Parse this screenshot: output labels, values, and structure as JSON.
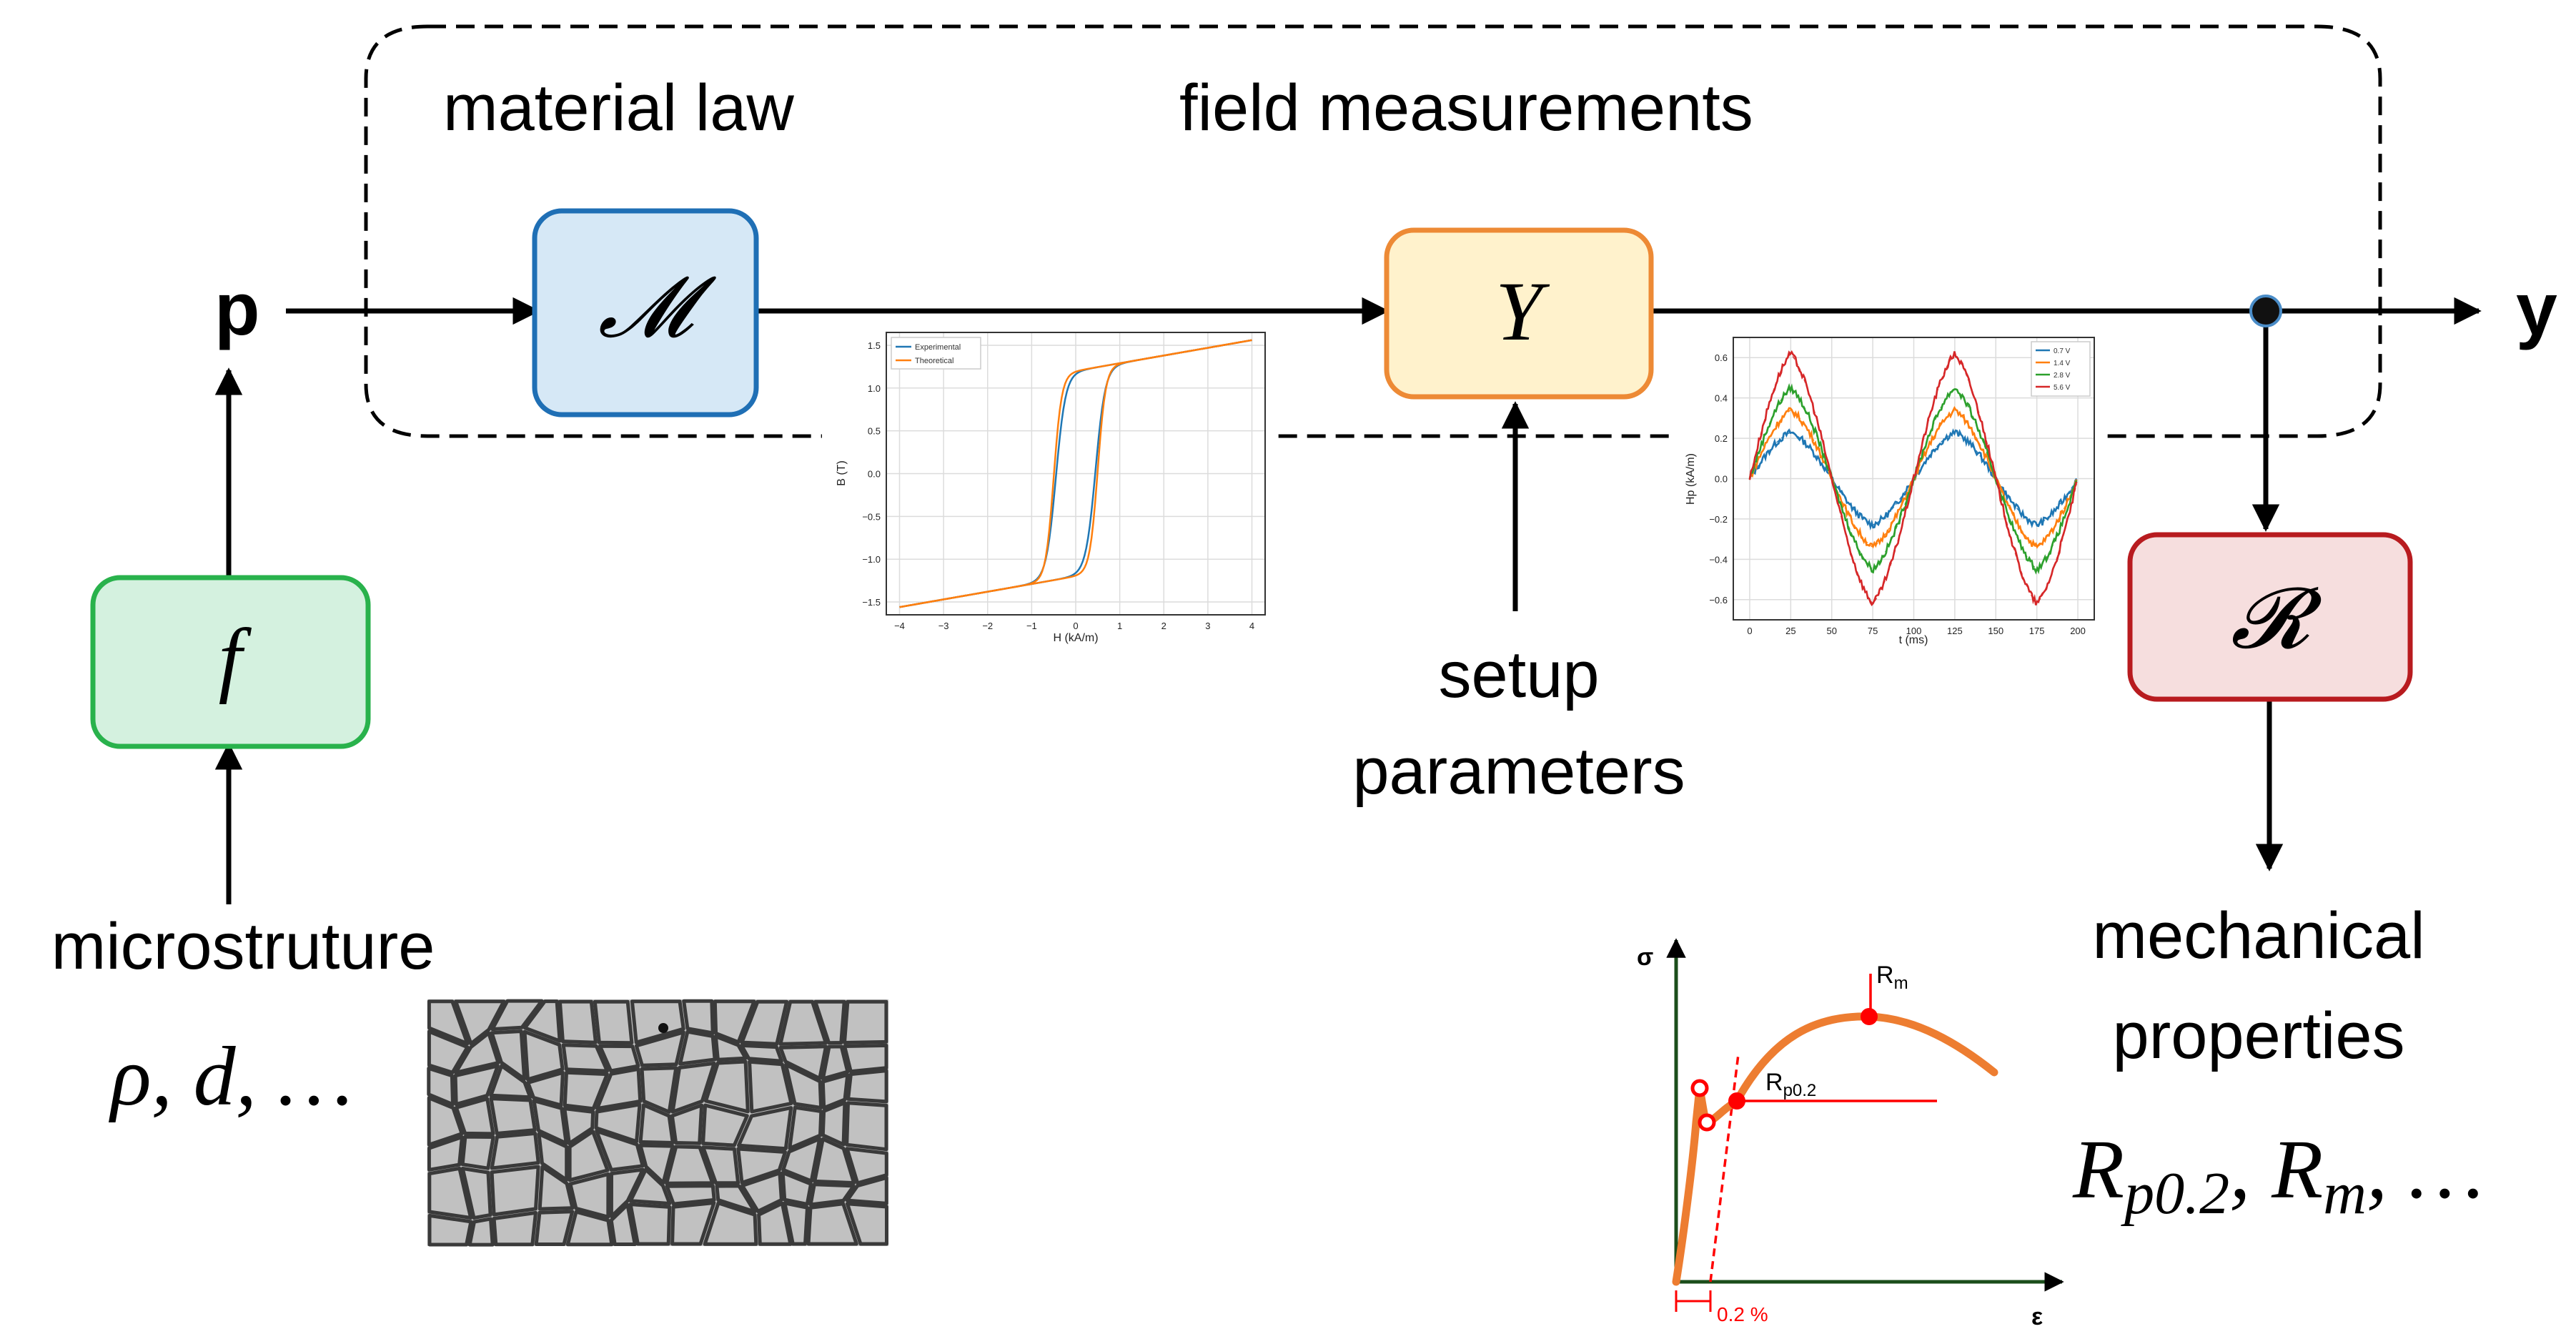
{
  "labels": {
    "p": "p",
    "y": "y",
    "material_law": "material law",
    "field_measurements": "field measurements",
    "setup_line1": "setup",
    "setup_line2": "parameters",
    "microstructure": "microstruture",
    "micro_params": "ρ, d, …",
    "mech_line1": "mechanical",
    "mech_line2": "properties",
    "mech_params_r": "R",
    "mech_params_p02": "p0.2",
    "mech_params_sep": ", ",
    "mech_params_rm": "R",
    "mech_params_m": "m",
    "mech_params_tail": ", …"
  },
  "boxes": {
    "M": {
      "symbol": "𝓜",
      "fill": "#d6e8f6",
      "stroke": "#1f6fb5"
    },
    "Y": {
      "symbol": "Y",
      "fill": "#fff2cc",
      "stroke": "#ed8a35"
    },
    "f": {
      "symbol": "f",
      "fill": "#d4f1df",
      "stroke": "#29b24c"
    },
    "R": {
      "symbol": "𝓡",
      "fill": "#f6dede",
      "stroke": "#b81b1f"
    }
  },
  "hysteresis_plot": {
    "legend": [
      "Experimental",
      "Theoretical"
    ],
    "xlabel": "H (kA/m)",
    "ylabel": "B (T)",
    "xticks": [
      "−4",
      "−3",
      "−2",
      "−1",
      "0",
      "1",
      "2",
      "3",
      "4"
    ],
    "yticks": [
      "1.5",
      "1.0",
      "0.5",
      "0.0",
      "−0.5",
      "−1.0",
      "−1.5"
    ],
    "colors": [
      "#1f77b4",
      "#ff7f0e"
    ]
  },
  "field_plot": {
    "legend": [
      "0.7 V",
      "1.4 V",
      "2.8 V",
      "5.6 V"
    ],
    "xlabel": "t (ms)",
    "ylabel": "Hp (kA/m)",
    "xticks": [
      "0",
      "25",
      "50",
      "75",
      "100",
      "125",
      "150",
      "175",
      "200"
    ],
    "yticks": [
      "0.6",
      "0.4",
      "0.2",
      "0.0",
      "−0.2",
      "−0.4",
      "−0.6"
    ],
    "colors": [
      "#1f77b4",
      "#ff7f0e",
      "#2ca02c",
      "#d62728"
    ]
  },
  "stress_strain_plot": {
    "y_axis": "σ",
    "x_axis": "ε",
    "rm_label": "R",
    "rm_sub": "m",
    "rp_label": "R",
    "rp_sub": "p0.2",
    "offset_label": "0.2 %",
    "curve_color": "#ed7d31",
    "marker_color": "#ff0000",
    "axis_color": "#1b4e1b"
  }
}
